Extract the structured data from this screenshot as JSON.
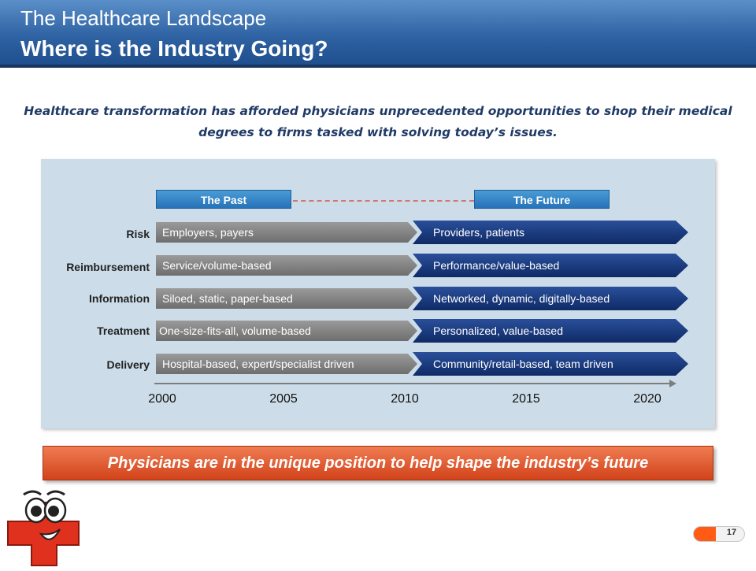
{
  "header": {
    "title": "The Healthcare Landscape",
    "subtitle": "Where is the Industry Going?",
    "colors": {
      "top": "#5b8fc9",
      "bottom": "#1f4f8e"
    }
  },
  "intro": "Healthcare transformation has afforded physicians unprecedented opportunities to shop their medical degrees to firms tasked with solving today’s issues.",
  "diagram": {
    "past_label": "The Past",
    "future_label": "The Future",
    "rows": [
      {
        "label": "Risk",
        "past": "Employers, payers",
        "future": "Providers, patients"
      },
      {
        "label": "Reimbursement",
        "past": "Service/volume-based",
        "future": "Performance/value-based"
      },
      {
        "label": "Information",
        "past": "Siloed, static, paper-based",
        "future": "Networked, dynamic, digitally-based"
      },
      {
        "label": "Treatment",
        "past": "One-size-fits-all, volume-based",
        "future": "Personalized, value-based"
      },
      {
        "label": "Delivery",
        "past": "Hospital-based, expert/specialist driven",
        "future": "Community/retail-based, team driven"
      }
    ],
    "years": [
      "2000",
      "2005",
      "2010",
      "2015",
      "2020"
    ],
    "colors": {
      "past": "#7f7f7f",
      "future": "#15306e",
      "panel": "#ccdde9"
    }
  },
  "banner": "Physicians are in the unique position to help shape the industry’s future",
  "banner_color": "#e35a2e",
  "mascot_icon": "red-cross-mascot-icon",
  "page_number": "17"
}
